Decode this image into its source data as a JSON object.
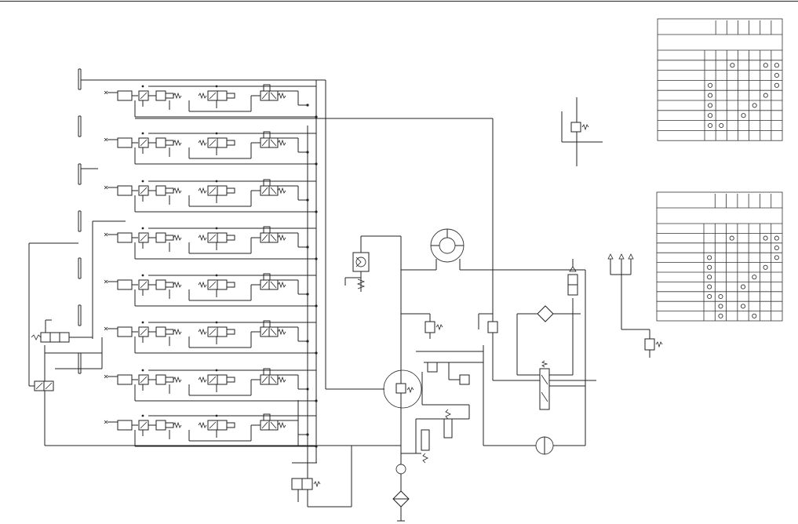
{
  "diagram": {
    "type": "hydraulic-schematic",
    "text_labels": [],
    "control_sections": 8,
    "tables": [
      {
        "id": "table-upper",
        "rows": 9,
        "cols": 8,
        "marks": [
          [
            2,
            3
          ],
          [
            2,
            6
          ],
          [
            2,
            7
          ],
          [
            3,
            7
          ],
          [
            4,
            1
          ],
          [
            4,
            7
          ],
          [
            5,
            1
          ],
          [
            5,
            6
          ],
          [
            6,
            1
          ],
          [
            6,
            5
          ],
          [
            7,
            1
          ],
          [
            7,
            4
          ],
          [
            8,
            1
          ],
          [
            8,
            2
          ]
        ]
      },
      {
        "id": "table-lower",
        "rows": 10,
        "cols": 8,
        "marks": [
          [
            2,
            3
          ],
          [
            2,
            6
          ],
          [
            2,
            7
          ],
          [
            3,
            7
          ],
          [
            4,
            1
          ],
          [
            4,
            7
          ],
          [
            5,
            1
          ],
          [
            5,
            6
          ],
          [
            6,
            1
          ],
          [
            6,
            5
          ],
          [
            7,
            1
          ],
          [
            7,
            4
          ],
          [
            8,
            1
          ],
          [
            8,
            2
          ],
          [
            9,
            2
          ],
          [
            9,
            4
          ],
          [
            10,
            2
          ],
          [
            10,
            5
          ]
        ]
      }
    ],
    "colors": {
      "line": "#222222",
      "background": "#ffffff"
    }
  }
}
